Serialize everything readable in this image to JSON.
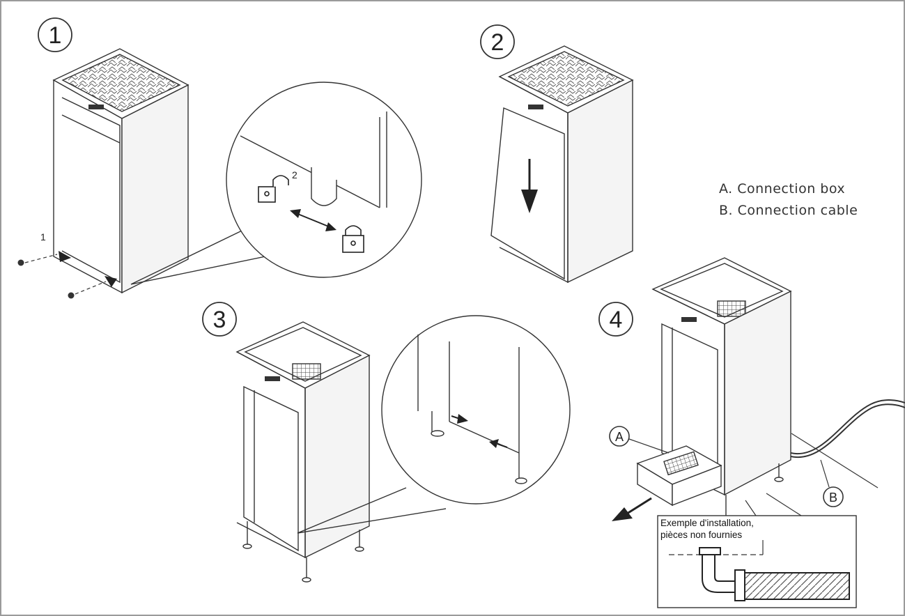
{
  "steps": [
    {
      "number": "1"
    },
    {
      "number": "2"
    },
    {
      "number": "3"
    },
    {
      "number": "4"
    }
  ],
  "step1": {
    "screw_label": "1",
    "unlock_label": "2"
  },
  "legend": {
    "a": "A. Connection box",
    "b": "B. Connection cable"
  },
  "callouts": {
    "a": "A",
    "b": "B"
  },
  "note": {
    "line1": "Exemple d'installation,",
    "line2": "pièces non fournies"
  }
}
